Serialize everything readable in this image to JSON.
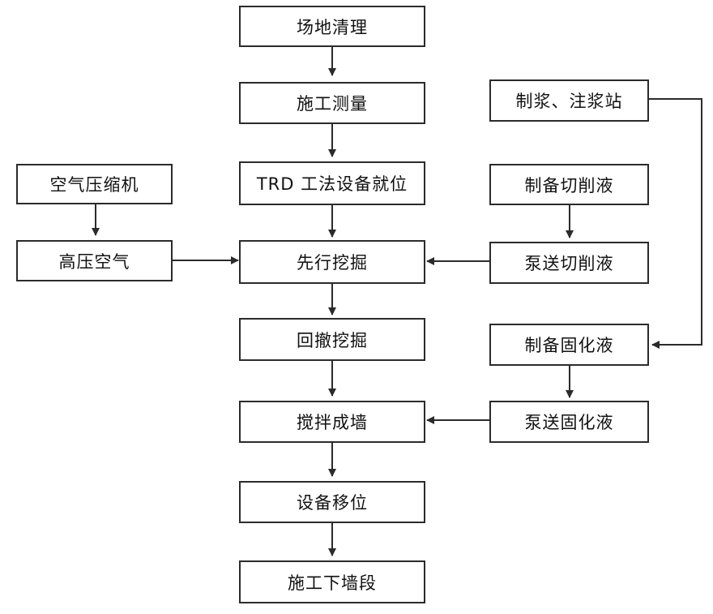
{
  "nodes": {
    "site_clearing": "场地清理",
    "survey": "施工测量",
    "trd_setup": "TRD 工法设备就位",
    "pre_excavation": "先行挖掘",
    "back_excavation": "回撤挖掘",
    "mix_wall": "搅拌成墙",
    "move_equipment": "设备移位",
    "next_segment": "施工下墙段",
    "air_compressor": "空气压缩机",
    "high_pressure_air": "高压空气",
    "grout_station": "制浆、注浆站",
    "prepare_cutting_fluid": "制备切削液",
    "pump_cutting_fluid": "泵送切削液",
    "prepare_solidifying_fluid": "制备固化液",
    "pump_solidifying_fluid": "泵送固化液"
  }
}
